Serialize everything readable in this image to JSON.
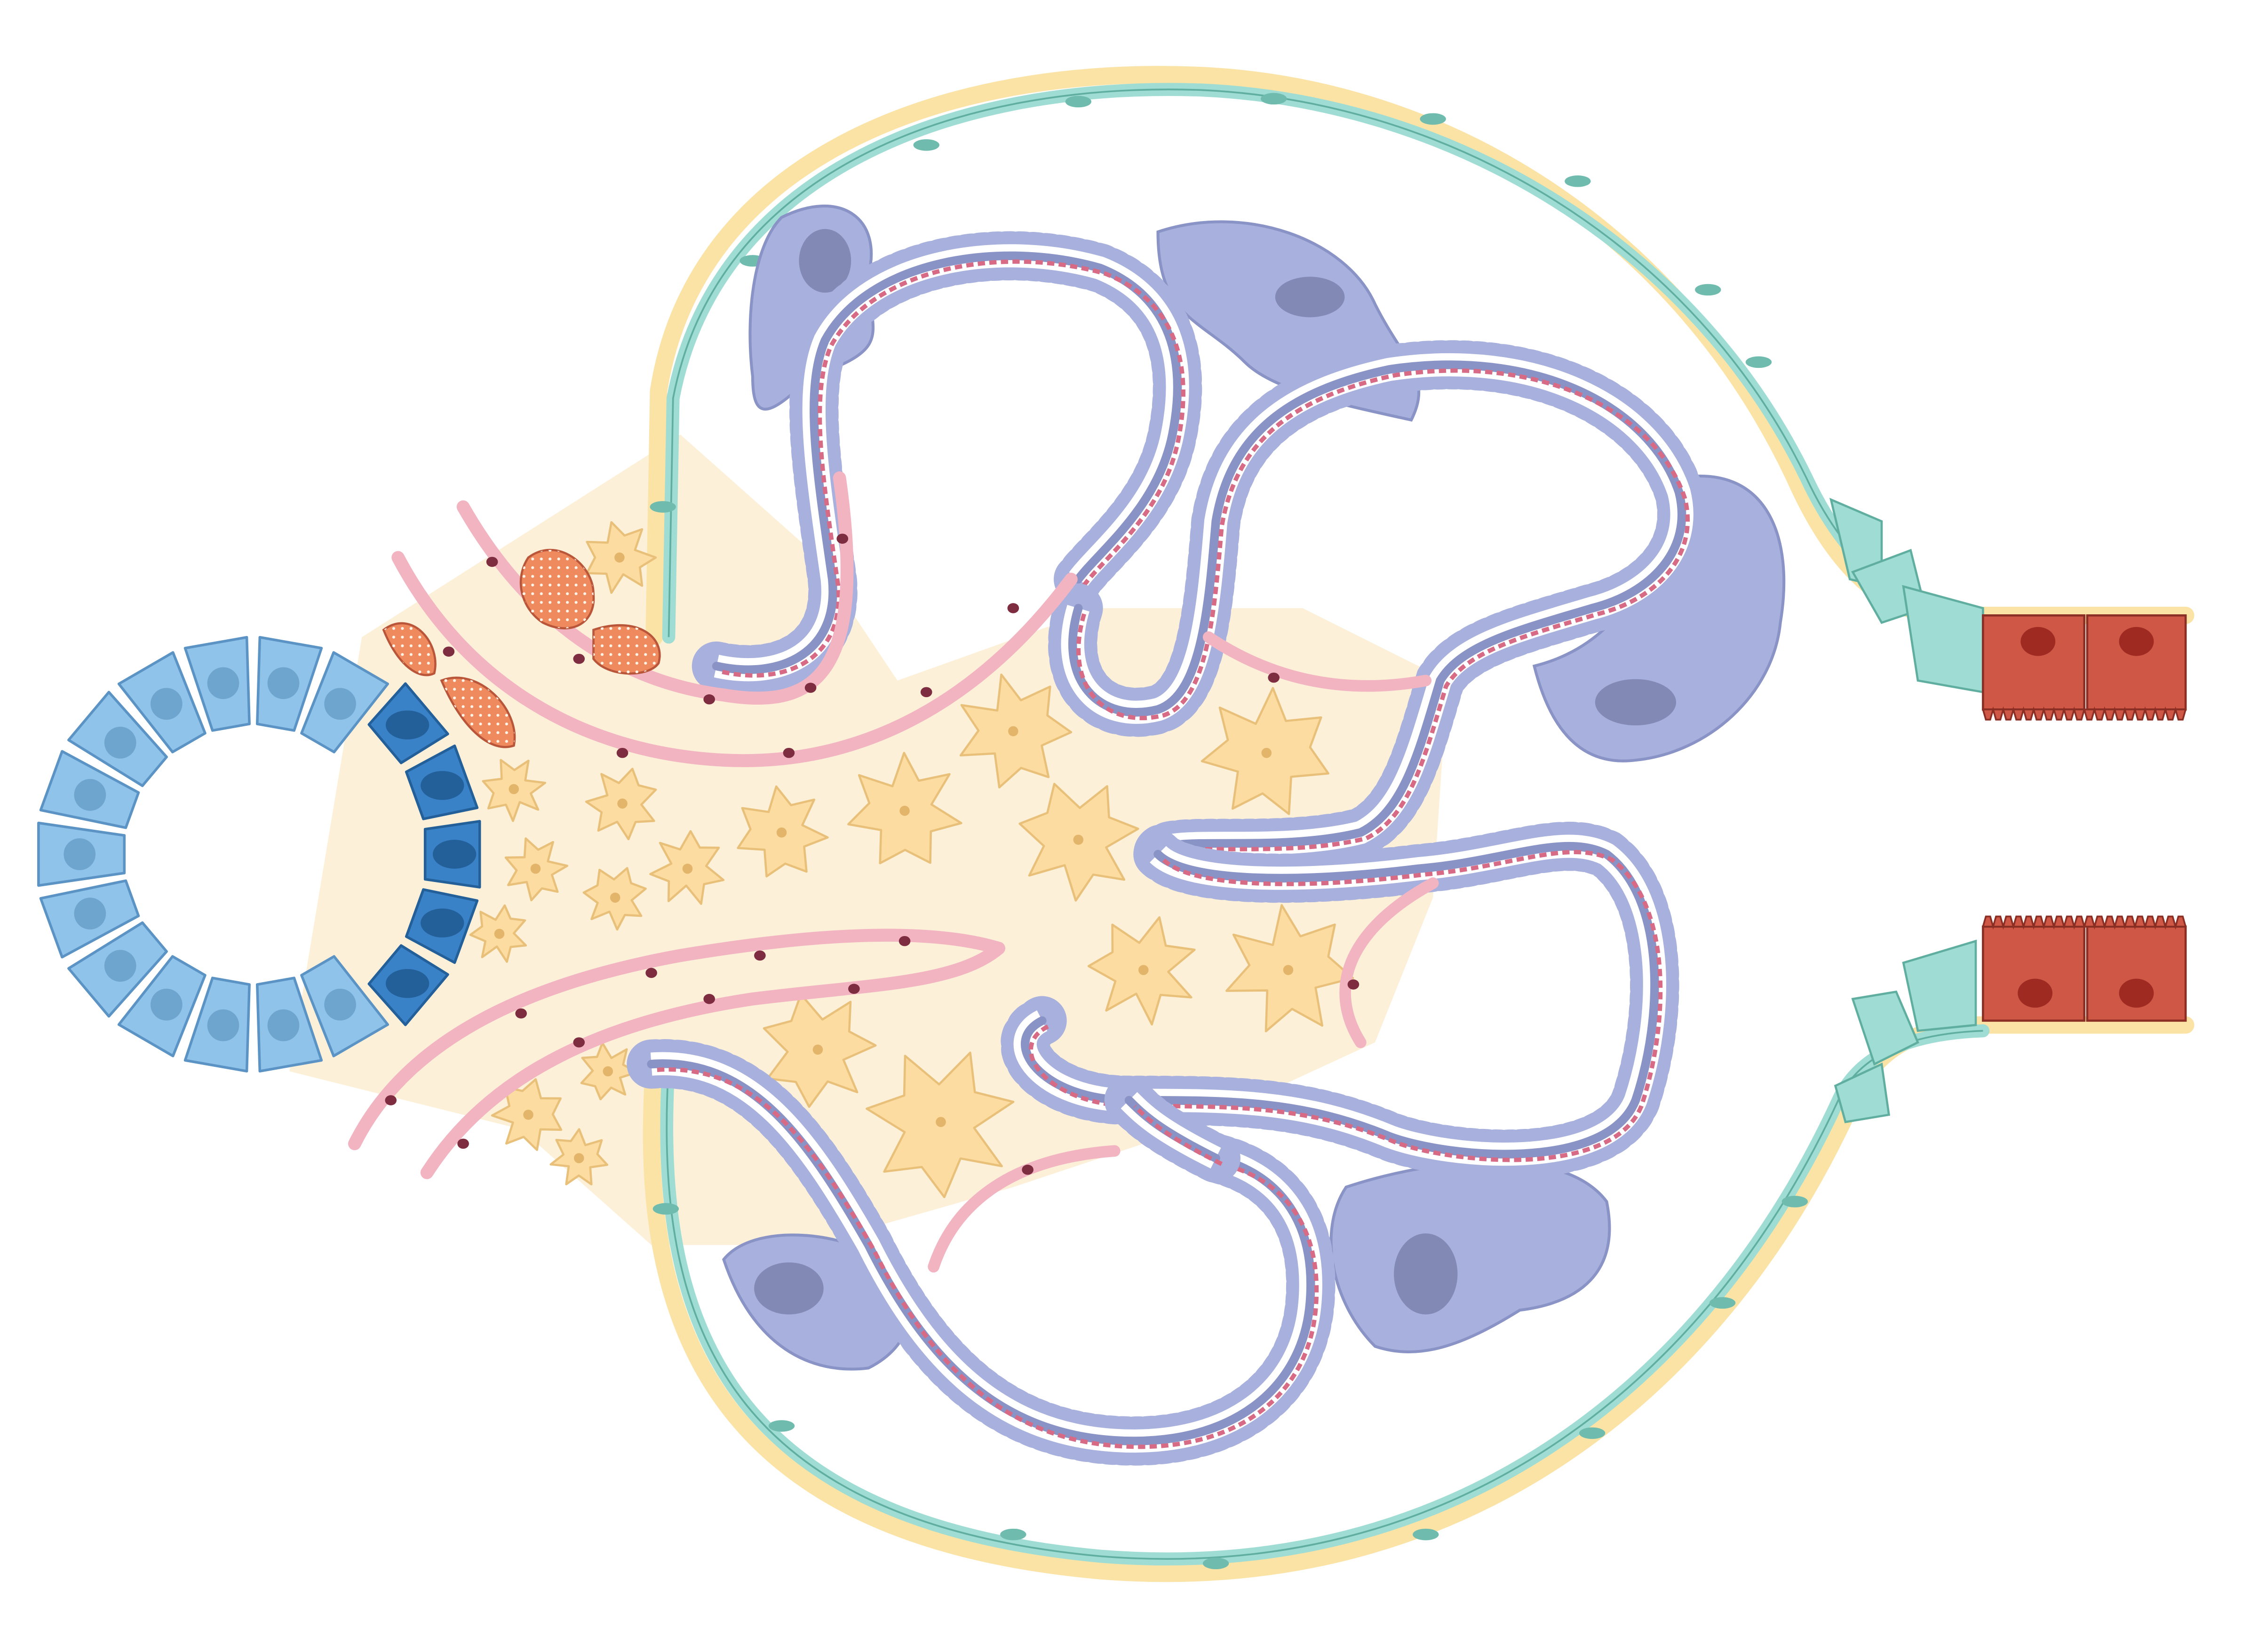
{
  "figure": {
    "labels": [],
    "colors": {
      "background": "#ffffff",
      "bowman_capsule_outer": "#fbe3a6",
      "parietal_epithelium": "#9fdcd3",
      "parietal_epithelium_stroke": "#5fae9f",
      "podocyte": "#a8b1de",
      "podocyte_stroke": "#8a93c6",
      "podocyte_nucleus": "#8289b5",
      "capillary_endothelium": "#f3b4c2",
      "capillary_endothelium_stroke": "#d76b85",
      "endothelial_nucleus": "#7e2c40",
      "mesangial_matrix": "#fdf0d8",
      "mesangial_cell": "#fcdca0",
      "mesangial_cell_stroke": "#e8c07a",
      "macula_densa": "#3a82c7",
      "distal_tubule": "#8fc3ea",
      "distal_tubule_stroke": "#5a93c4",
      "juxtaglomerular_granular": "#ef8a5f",
      "proximal_tubule": "#cf5746",
      "proximal_tubule_stroke": "#8b2e24"
    },
    "icons": [
      "distal-tubule-ring",
      "macula-densa-cells",
      "juxtaglomerular-granular-cells",
      "afferent-arteriole",
      "efferent-arteriole",
      "mesangial-cells",
      "glomerular-capillary-loops",
      "podocyte-cell-bodies",
      "bowman-capsule",
      "proximal-tubule-cells"
    ]
  }
}
